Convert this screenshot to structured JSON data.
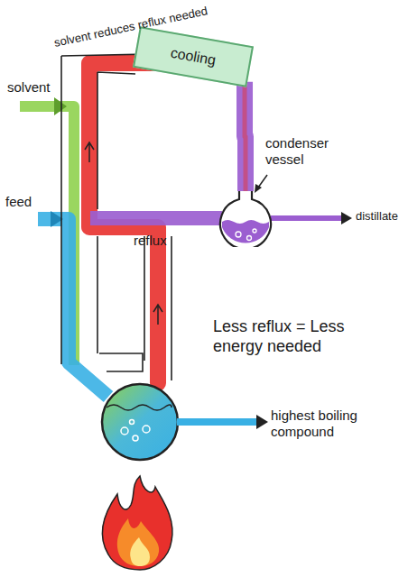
{
  "diagram": {
    "nodes": [
      {
        "text": [
          "cooling"
        ]
      },
      {
        "text": [
          "condenser vessel"
        ]
      }
    ],
    "edges": [
      {
        "from": 0,
        "to": 1,
        "arrow": "none"
      }
    ],
    "labels": [
      "solvent reduces reflux needed",
      "solvent",
      "feed",
      "reflux",
      "distillate",
      "Less reflux = Less energy needed",
      "highest boiling compound"
    ]
  }
}
